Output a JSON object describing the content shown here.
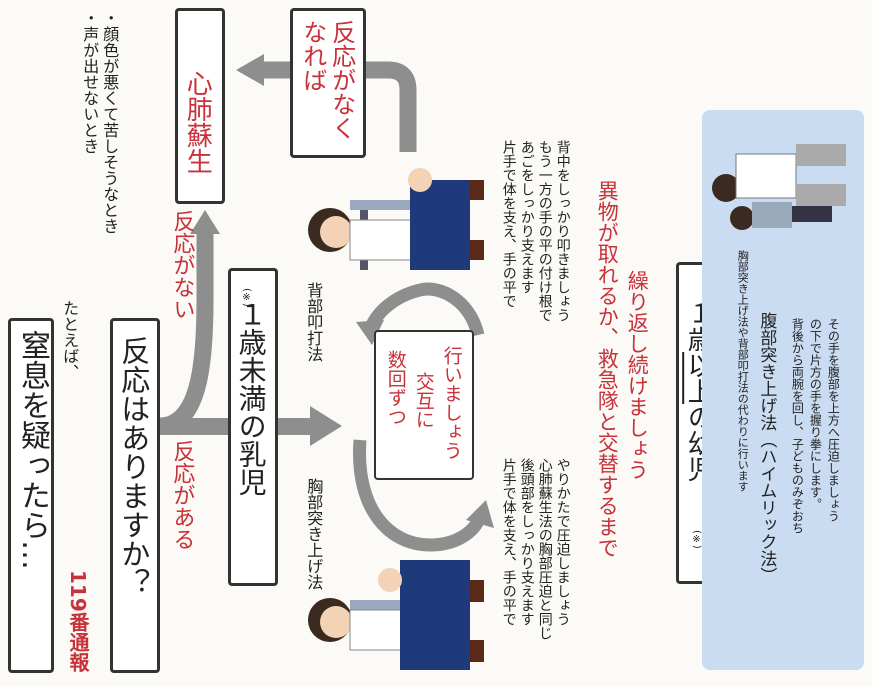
{
  "flow": {
    "suspect": "窒息を疑ったら…",
    "call_119": "119番通報",
    "examples_lead": "たとえば、",
    "example_1": "・声が出せないとき",
    "example_2": "・顔色が悪くて苦しそうなとき",
    "question": "反応はありますか？",
    "reaction_yes": "反応がある",
    "reaction_no": "反応がない",
    "no_reaction_again": "反応がなくなれば",
    "cpr": "心肺蘇生"
  },
  "infant": {
    "title": "１歳未満の乳児",
    "note_mark": "(※)",
    "chest_thrust_label": "胸部突き上げ法",
    "back_blow_label": "背部叩打法",
    "alternate_1": "数回ずつ",
    "alternate_2": "交互に",
    "alternate_3": "行いましょう",
    "chest_desc": [
      "片手で体を支え、手の平で",
      "後頭部をしっかり支えます",
      "心肺蘇生法の胸部圧迫と同じ",
      "やりかたで圧迫しましょう"
    ],
    "back_desc": [
      "片手で体を支え、手の平で",
      "あごをしっかり支えます",
      "もう一方の手の平の付け根で",
      "背中をしっかり叩きましょう"
    ],
    "repeat_1": "異物が取れるか、救急隊と交替するまで",
    "repeat_2": "繰り返し続けましょう"
  },
  "child": {
    "title_prefix": "１歳",
    "title_emph": "以上",
    "title_suffix": "の幼児",
    "note_mark": "(※)",
    "note_text": "胸部突き上げ法や背部叩打法の代わりに行います",
    "heimlich_label": "腹部突き上げ法（ハイムリック法）",
    "heimlich_desc": [
      "背後から両腕を回し、子どものみぞおち",
      "の下で片方の手を握り拳にします。",
      "その手を腹部を上方へ圧迫しましょう"
    ]
  },
  "colors": {
    "accent_red": "#c8323a",
    "arrow_gray": "#8e8e8e",
    "panel_blue": "#c9dcf2"
  }
}
